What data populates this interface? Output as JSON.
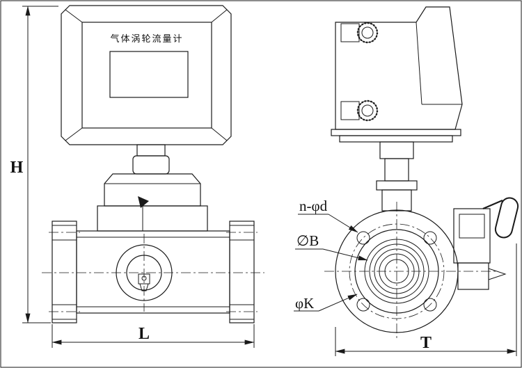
{
  "drawing": {
    "device_label": "气体涡轮流量计",
    "front_view": {
      "dim_height_label": "H",
      "dim_length_label": "L"
    },
    "side_view": {
      "bolt_holes_label": "n-φd",
      "diameter_b_label": "∅B",
      "bolt_circle_label": "φK",
      "dim_depth_label": "T"
    },
    "colors": {
      "line": "#1a1a1a",
      "background": "#ffffff"
    }
  }
}
